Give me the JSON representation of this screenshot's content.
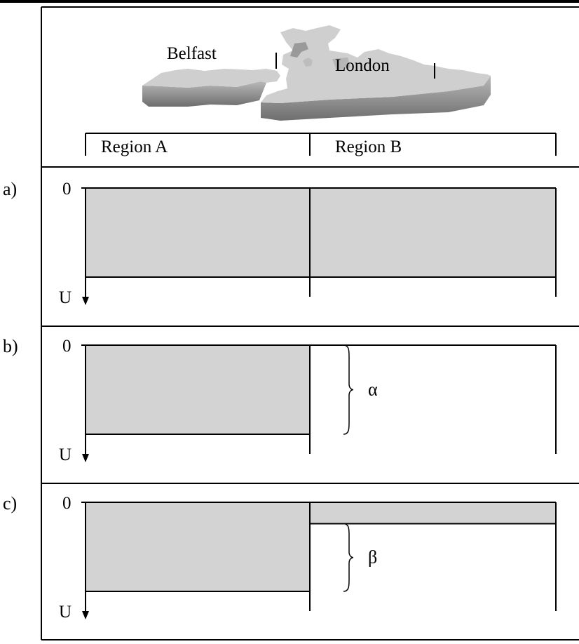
{
  "map": {
    "cities": [
      "Belfast",
      "London"
    ],
    "regions": [
      "Region A",
      "Region B"
    ]
  },
  "panels": [
    {
      "label": "a)",
      "zero": "0",
      "axis": "U",
      "annotation": "",
      "region_a_fill": 1.0,
      "region_b_fill": 1.0
    },
    {
      "label": "b)",
      "zero": "0",
      "axis": "U",
      "annotation": "α",
      "region_a_fill": 1.0,
      "region_b_fill": 0.0
    },
    {
      "label": "c)",
      "zero": "0",
      "axis": "U",
      "annotation": "β",
      "region_a_fill": 1.0,
      "region_b_fill": 0.24
    }
  ],
  "colors": {
    "fill": "#d3d3d3",
    "map": "#cfcfcf",
    "map_side": "#8e8e8e",
    "line": "#000000"
  }
}
